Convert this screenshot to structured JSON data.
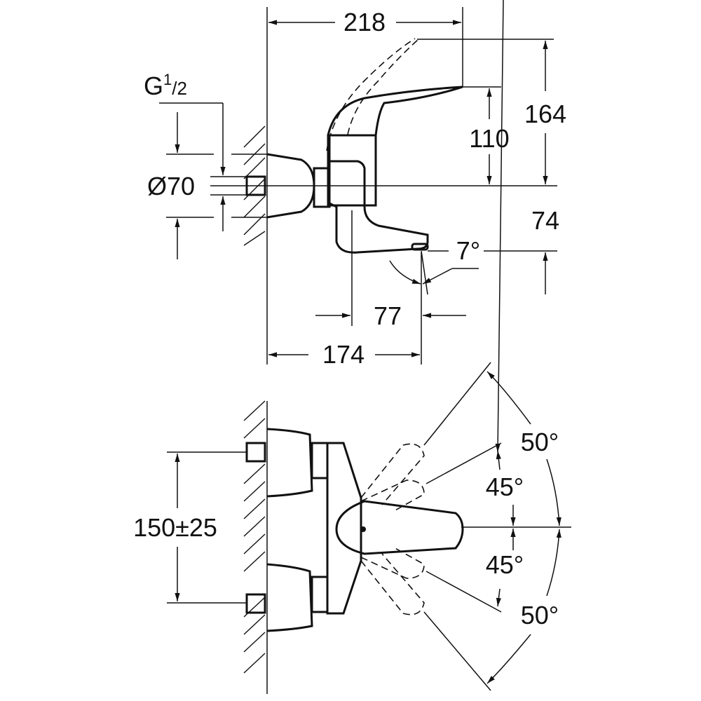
{
  "drawing": {
    "title": "Wall-mounted single-lever basin mixer dimension drawing",
    "side_view": {
      "thread_label": "G",
      "thread_sup": "1",
      "thread_sub": "/2",
      "diameter_label": "Ø70",
      "width_total": "218",
      "height_total": "164",
      "height_lever": "110",
      "spout_drop": "74",
      "spout_angle": "7°",
      "spout_offset": "77",
      "projection": "174"
    },
    "top_view": {
      "connection_spacing": "150±25",
      "lever_angle_upper_outer": "50°",
      "lever_angle_upper_inner": "45°",
      "lever_angle_lower_inner": "45°",
      "lever_angle_lower_outer": "50°"
    }
  }
}
